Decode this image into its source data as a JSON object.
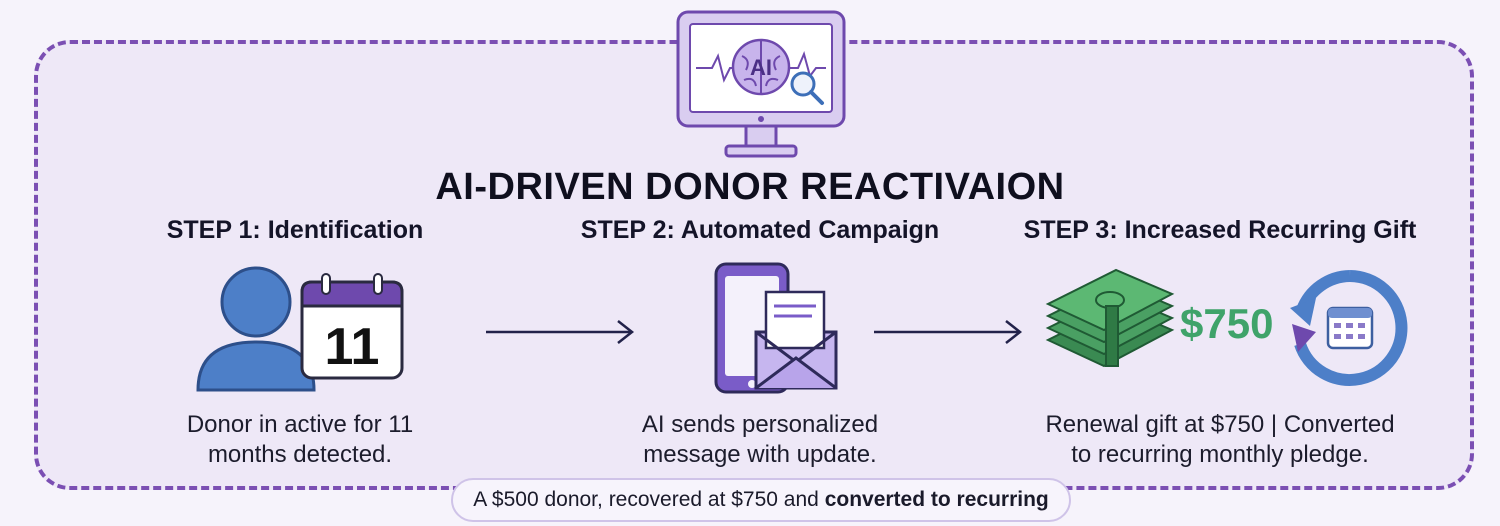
{
  "title": "AI-DRIVEN DONOR REACTIVAION",
  "monitor": {
    "badge": "AI"
  },
  "steps": [
    {
      "title": "STEP 1: Identification",
      "calendar_day": "11",
      "description_line1": "Donor in active for 11",
      "description_line2": "months detected."
    },
    {
      "title": "STEP 2: Automated Campaign",
      "description_line1": "AI sends personalized",
      "description_line2": "message with update."
    },
    {
      "title": "STEP 3: Increased Recurring Gift",
      "amount": "$750",
      "description_line1": "Renewal gift at $750 | Converted",
      "description_line2": "to recurring monthly pledge."
    }
  ],
  "footer": {
    "text_plain": "A $500 donor, recovered at $750 and ",
    "text_bold": "converted to recurring"
  },
  "colors": {
    "accent": "#7b4fb3",
    "person": "#4d7fc8",
    "money": "#3fa36a"
  }
}
